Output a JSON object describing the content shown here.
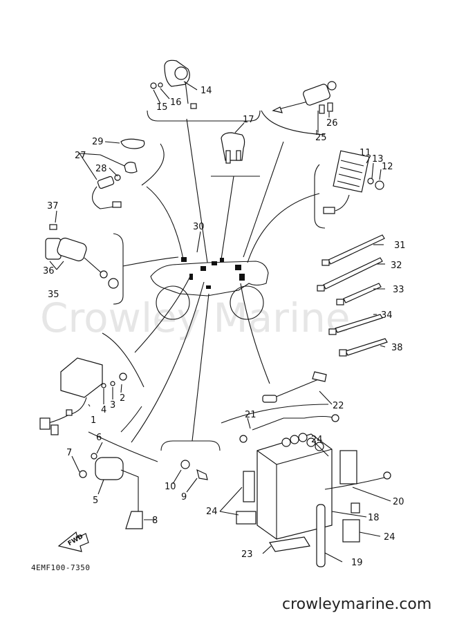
{
  "diagram": {
    "watermark": "Crowley Marine",
    "website": "crowleymarine.com",
    "drawing_code": "4EMF100-7350",
    "direction_label": "FWD",
    "callouts": [
      "1",
      "2",
      "3",
      "4",
      "5",
      "6",
      "7",
      "8",
      "9",
      "10",
      "11",
      "12",
      "13",
      "14",
      "15",
      "16",
      "17",
      "18",
      "19",
      "20",
      "21",
      "22",
      "23",
      "24",
      "24",
      "24",
      "24",
      "25",
      "26",
      "27",
      "28",
      "29",
      "30",
      "31",
      "32",
      "33",
      "34",
      "35",
      "36",
      "37",
      "38"
    ]
  }
}
